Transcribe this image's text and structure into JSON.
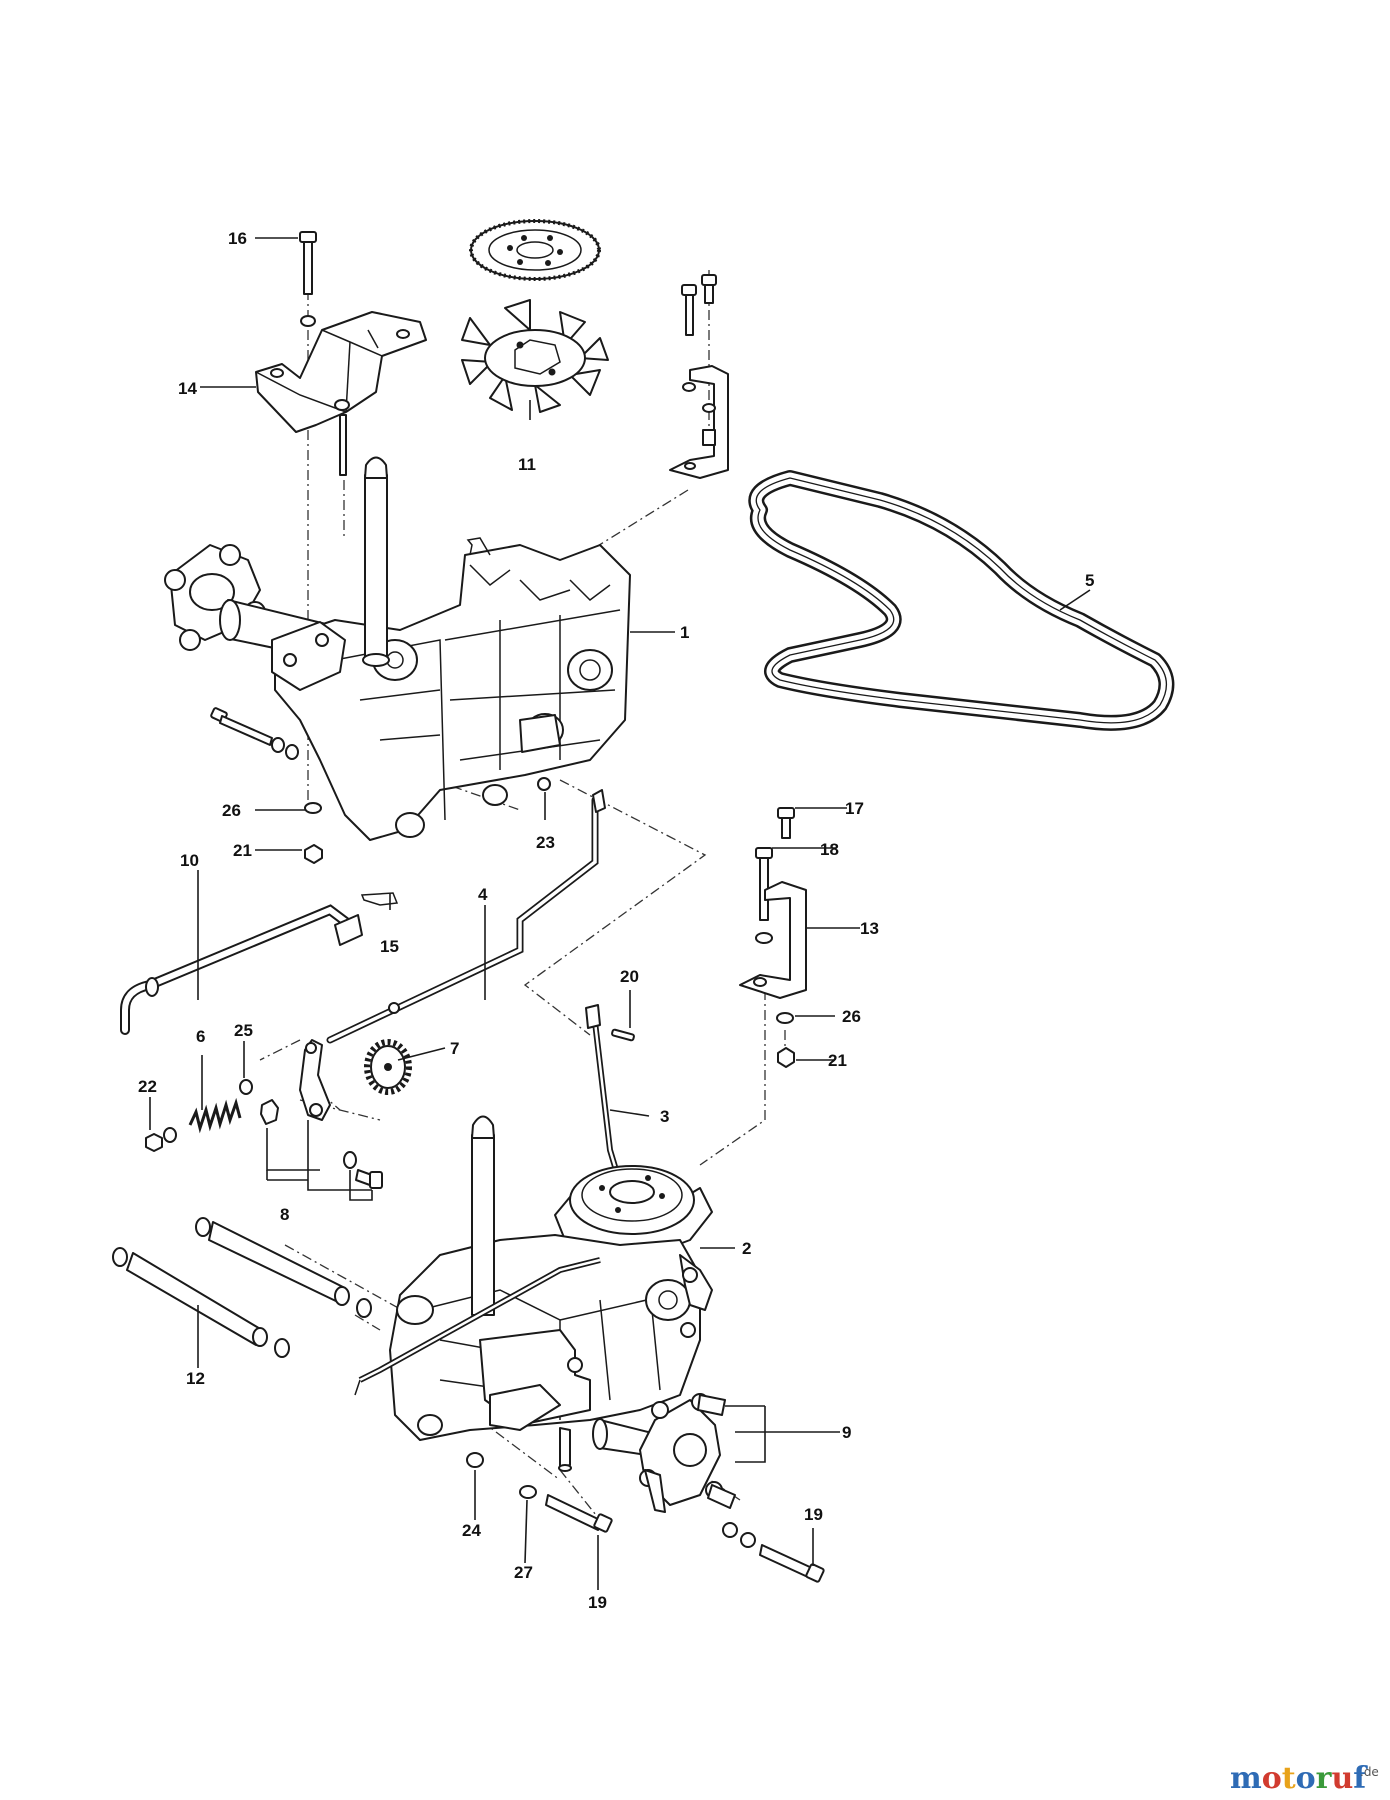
{
  "labels": {
    "p1": "1",
    "p2": "2",
    "p3": "3",
    "p4": "4",
    "p5": "5",
    "p6": "6",
    "p7": "7",
    "p8": "8",
    "p9": "9",
    "p10": "10",
    "p11": "11",
    "p12": "12",
    "p13": "13",
    "p14": "14",
    "p15": "15",
    "p16": "16",
    "p17": "17",
    "p18": "18",
    "p19a": "19",
    "p19b": "19",
    "p20": "20",
    "p21a": "21",
    "p21b": "21",
    "p22": "22",
    "p23": "23",
    "p24": "24",
    "p25": "25",
    "p26a": "26",
    "p26b": "26",
    "p27": "27"
  },
  "watermark": {
    "brand_letters": [
      "m",
      "o",
      "t",
      "o",
      "r",
      "u",
      "f"
    ],
    "brand_colors": [
      "#2e6bb5",
      "#d13b2f",
      "#e8a21a",
      "#2e6bb5",
      "#3a9a3a",
      "#d13b2f",
      "#2e6bb5"
    ],
    "domain": ".de"
  }
}
